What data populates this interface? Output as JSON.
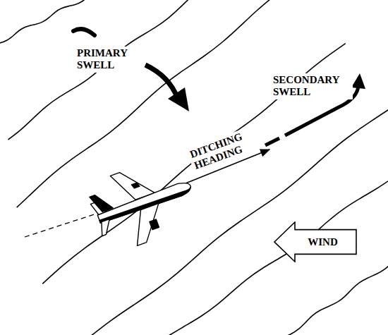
{
  "diagram": {
    "nodes": [
      {
        "text": [
          "WIND"
        ]
      }
    ],
    "labels": [
      "PRIMARY SWELL",
      "SECONDARY SWELL",
      "DITCHING HEADING"
    ]
  }
}
